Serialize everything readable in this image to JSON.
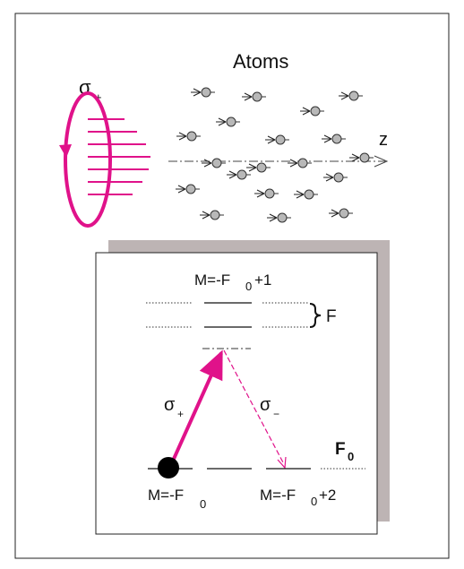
{
  "top_panel": {
    "polarization_label": "σ",
    "polarization_sub": "+",
    "atoms_label": "Atoms",
    "axis_label": "z"
  },
  "level_diagram": {
    "top_level_label": "M=-F",
    "top_level_sub": "0",
    "top_level_suffix": "+1",
    "excited_manifold_label": "F",
    "sigma_plus": "σ",
    "sigma_plus_sub": "+",
    "sigma_minus": "σ",
    "sigma_minus_sub": "−",
    "ground_manifold_label": "F",
    "ground_manifold_sub": "0",
    "ground_left_label": "M=-F",
    "ground_left_sub": "0",
    "ground_right_label": "M=-F",
    "ground_right_sub": "0",
    "ground_right_suffix": "+2"
  },
  "colors": {
    "laser": "#e0128a",
    "shadow": "#bdb4b4",
    "atom_fill": "#b8b8b8",
    "frame": "#222222"
  }
}
